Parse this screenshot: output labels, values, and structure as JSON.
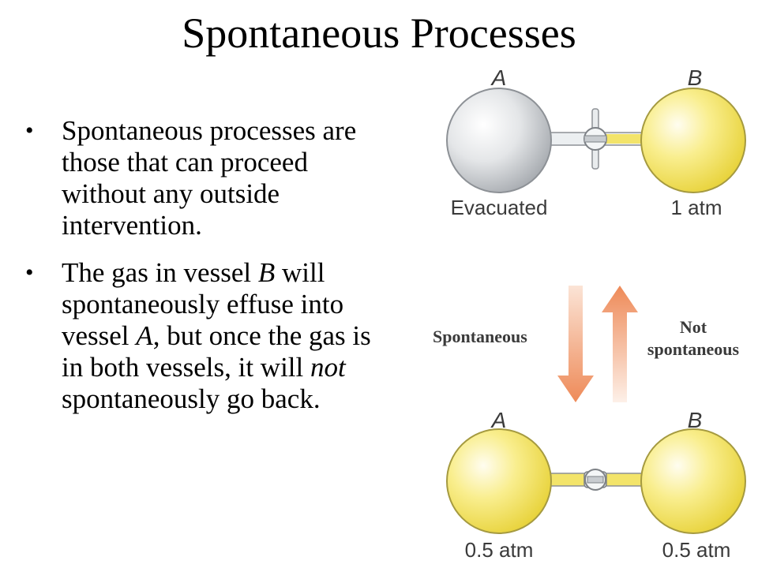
{
  "slide": {
    "title": "Spontaneous Processes",
    "bullets": [
      {
        "segments": [
          {
            "text": "Spontaneous processes are those that can proceed without any outside intervention.",
            "italic": false
          }
        ]
      },
      {
        "segments": [
          {
            "text": "The gas in vessel ",
            "italic": false
          },
          {
            "text": "B",
            "italic": true
          },
          {
            "text": " will spontaneously effuse into vessel ",
            "italic": false
          },
          {
            "text": "A",
            "italic": true
          },
          {
            "text": ", but once the gas is in both vessels, it will ",
            "italic": false
          },
          {
            "text": "not",
            "italic": true
          },
          {
            "text": " spontaneously go back.",
            "italic": false
          }
        ]
      }
    ]
  },
  "figure": {
    "top": {
      "vessel_a_label": "A",
      "vessel_b_label": "B",
      "vessel_a_state": "Evacuated",
      "vessel_b_state": "1 atm"
    },
    "arrows": {
      "down_label": "Spontaneous",
      "up_label_line1": "Not",
      "up_label_line2": "spontaneous"
    },
    "bottom": {
      "vessel_a_label": "A",
      "vessel_b_label": "B",
      "vessel_a_state": "0.5 atm",
      "vessel_b_state": "0.5 atm"
    },
    "colors": {
      "gas_yellow": "#f7e86a",
      "empty_gray": "#c9ccd0",
      "arrow_orange": "#ee8a58"
    }
  }
}
